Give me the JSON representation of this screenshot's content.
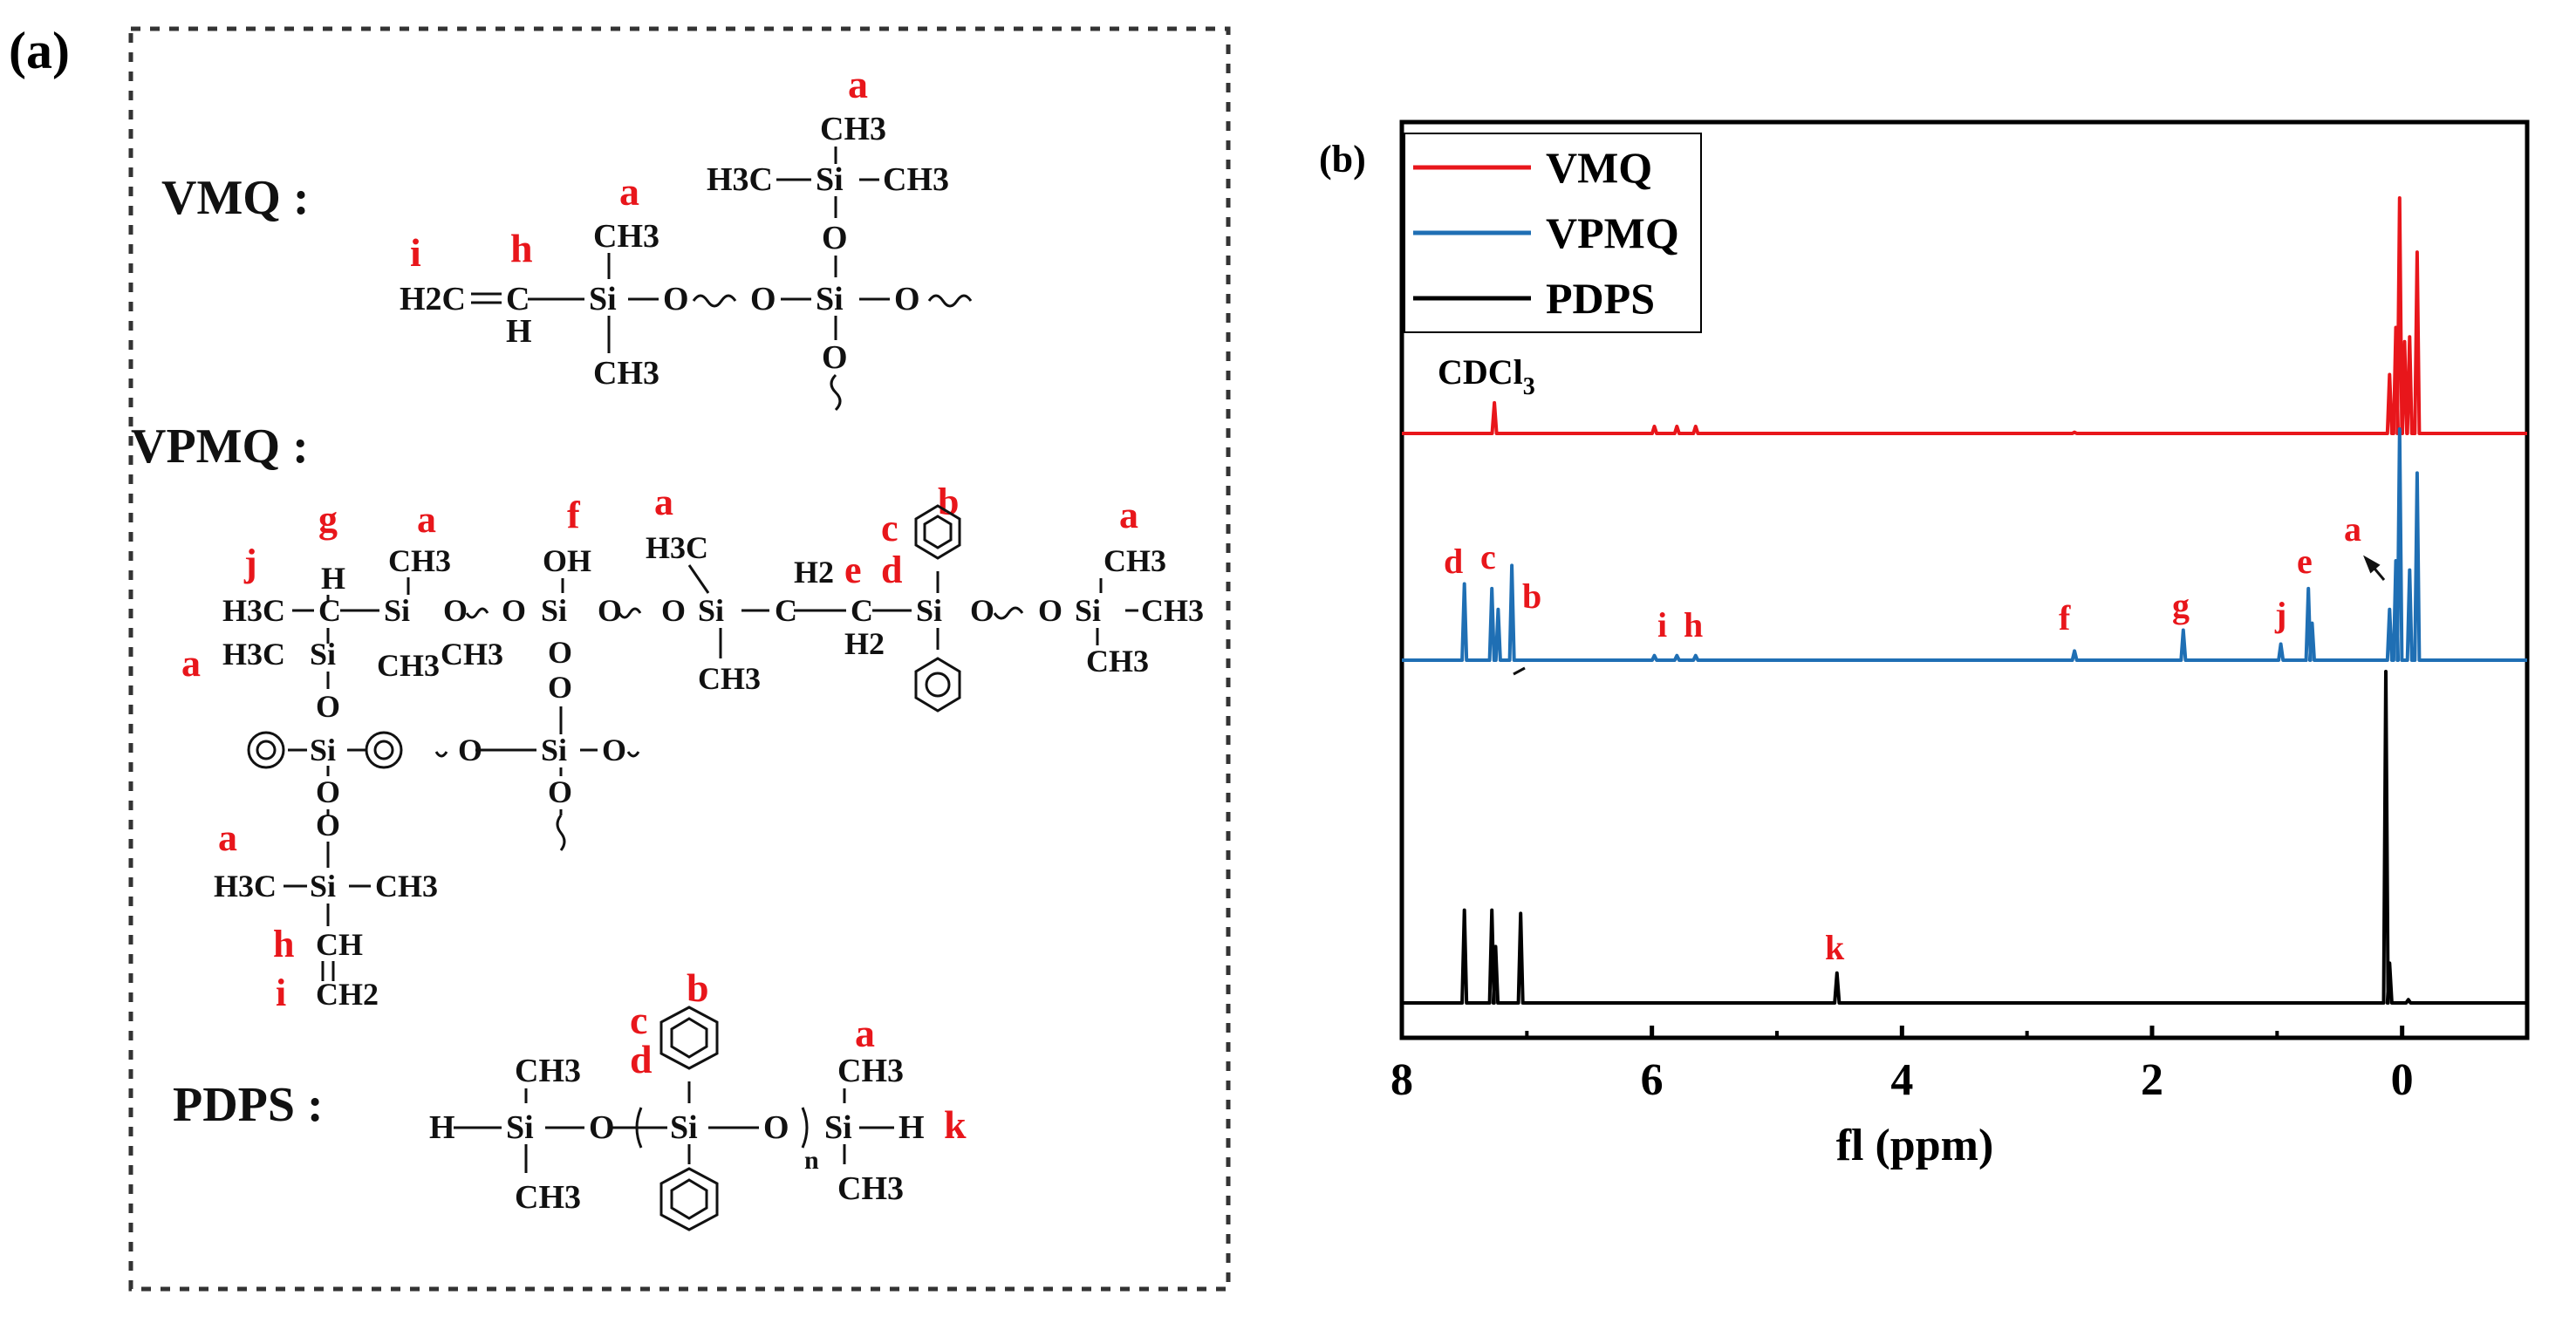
{
  "panel_a": {
    "label": "(a)",
    "vmq": {
      "name": "VMQ :",
      "atoms": {
        "CH3_top": "CH3",
        "H3C": "H3C",
        "Si": "Si",
        "CH3": "CH3",
        "O": "O",
        "H2C": "H2C",
        "C": "C",
        "H": "H"
      },
      "labels": [
        "a",
        "a",
        "i",
        "h"
      ]
    },
    "vpmq": {
      "name": "VPMQ :",
      "atoms": {
        "CH3": "CH3",
        "H3C": "H3C",
        "H": "H",
        "C": "C",
        "Si": "Si",
        "O": "O",
        "OH": "OH",
        "H2": "H2",
        "CH": "CH",
        "CH2": "CH2"
      },
      "labels": [
        "j",
        "g",
        "a",
        "f",
        "a",
        "c",
        "b",
        "a",
        "e",
        "d",
        "a",
        "a",
        "h",
        "i"
      ]
    },
    "pdps": {
      "name": "PDPS :",
      "atoms": {
        "CH3": "CH3",
        "H": "H",
        "Si": "Si",
        "O": "O",
        "n": "n"
      },
      "labels": [
        "b",
        "c",
        "d",
        "a",
        "k"
      ]
    }
  },
  "panel_b": {
    "label": "(b)",
    "solvent_label": "CDCl3",
    "peak_labels": {
      "vpmq": [
        "d",
        "c",
        "b",
        "i",
        "h",
        "f",
        "g",
        "j",
        "e",
        "a"
      ],
      "pdps": [
        "k"
      ]
    }
  },
  "colors": {
    "VMQ": "#e8161b",
    "VPMQ": "#1f6fb4",
    "PDPS": "#000000",
    "label_red": "#e8161b"
  },
  "chart_data": {
    "type": "line",
    "xlabel": "fl (ppm)",
    "ylabel": "",
    "xlim": [
      8,
      -1
    ],
    "x_ticks": [
      8,
      6,
      4,
      2,
      0
    ],
    "x_tick_labels": [
      "8",
      "6",
      "4",
      "2",
      "0"
    ],
    "x_reversed": true,
    "grid": false,
    "legend_position": "top-left",
    "series": [
      {
        "name": "VMQ",
        "peaks": [
          {
            "ppm": 7.26,
            "height": 0.13
          },
          {
            "ppm": 5.98,
            "height": 0.03
          },
          {
            "ppm": 5.8,
            "height": 0.03
          },
          {
            "ppm": 5.65,
            "height": 0.03
          },
          {
            "ppm": 2.62,
            "height": 0.005
          },
          {
            "ppm": 0.1,
            "height": 0.25
          },
          {
            "ppm": 0.05,
            "height": 0.45
          },
          {
            "ppm": 0.02,
            "height": 1.0
          },
          {
            "ppm": -0.02,
            "height": 0.39
          },
          {
            "ppm": -0.06,
            "height": 0.41
          },
          {
            "ppm": -0.12,
            "height": 0.77
          }
        ]
      },
      {
        "name": "VPMQ",
        "peaks": [
          {
            "ppm": 7.5,
            "height": 0.33
          },
          {
            "ppm": 7.28,
            "height": 0.31
          },
          {
            "ppm": 7.23,
            "height": 0.22
          },
          {
            "ppm": 7.12,
            "height": 0.41
          },
          {
            "ppm": 5.98,
            "height": 0.02
          },
          {
            "ppm": 5.8,
            "height": 0.02
          },
          {
            "ppm": 5.65,
            "height": 0.02
          },
          {
            "ppm": 2.62,
            "height": 0.04
          },
          {
            "ppm": 1.75,
            "height": 0.13
          },
          {
            "ppm": 0.97,
            "height": 0.07
          },
          {
            "ppm": 0.75,
            "height": 0.31
          },
          {
            "ppm": 0.72,
            "height": 0.16
          },
          {
            "ppm": 0.1,
            "height": 0.22
          },
          {
            "ppm": 0.05,
            "height": 0.43
          },
          {
            "ppm": 0.02,
            "height": 1.0
          },
          {
            "ppm": -0.06,
            "height": 0.39
          },
          {
            "ppm": -0.12,
            "height": 0.81
          }
        ]
      },
      {
        "name": "PDPS",
        "peaks": [
          {
            "ppm": 7.5,
            "height": 0.28
          },
          {
            "ppm": 7.28,
            "height": 0.28
          },
          {
            "ppm": 7.25,
            "height": 0.17
          },
          {
            "ppm": 7.05,
            "height": 0.27
          },
          {
            "ppm": 4.52,
            "height": 0.09
          },
          {
            "ppm": 0.13,
            "height": 1.0
          },
          {
            "ppm": 0.1,
            "height": 0.12
          },
          {
            "ppm": -0.05,
            "height": 0.01
          }
        ]
      }
    ]
  }
}
